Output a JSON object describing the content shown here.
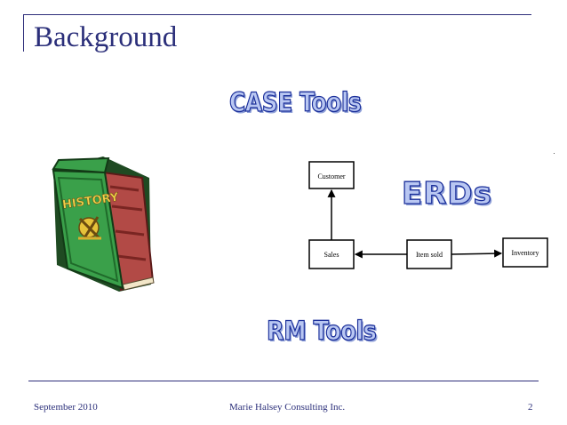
{
  "slide": {
    "title": "Background",
    "case_tools": "CASE Tools",
    "erds": "ERDs",
    "rm_tools": "RM Tools",
    "book_label": "HISTORY"
  },
  "diagram": {
    "entities": {
      "customer": "Customer",
      "sales": "Sales",
      "item_sold": "Item sold",
      "inventory": "Inventory"
    }
  },
  "footer": {
    "date": "September 2010",
    "company": "Marie Halsey Consulting Inc.",
    "page": "2"
  },
  "colors": {
    "title": "#2b2f7a",
    "wordart_fill": "#b9c7f2",
    "wordart_stroke": "#1b2f9a",
    "book_cover": "#3aa04a",
    "book_spine": "#b24a46"
  }
}
